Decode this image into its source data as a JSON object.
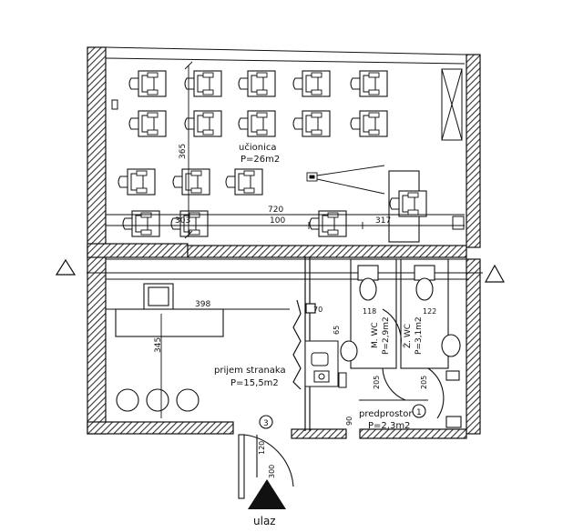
{
  "rooms": {
    "classroom_name": "učionica",
    "classroom_area": "P=26m2",
    "reception_name": "prijem stranaka",
    "reception_area": "P=15,5m2",
    "wc_m_name": "M. WC",
    "wc_m_area": "P=2,9m2",
    "wc_z_name": "Ž. WC",
    "wc_z_area": "P=3,1m2",
    "anteroom_name": "predprostor",
    "anteroom_area": "P=2,3m2"
  },
  "dimensions": {
    "classroom_height": "365",
    "total_width": "720",
    "seg_left": "303",
    "seg_mid": "100",
    "seg_right": "317",
    "reception_width": "398",
    "reception_height": "345",
    "d70": "70",
    "d65": "65",
    "d118": "118",
    "d122": "122",
    "d205a": "205",
    "d205b": "205",
    "d90": "90",
    "door_width": "120",
    "door_height": "300"
  },
  "markers": {
    "entrance_number": "3",
    "anteroom_number": "1"
  },
  "entrance_label": "ulaz",
  "colors": {
    "line": "#111111",
    "wall_hatch": "#333333"
  }
}
